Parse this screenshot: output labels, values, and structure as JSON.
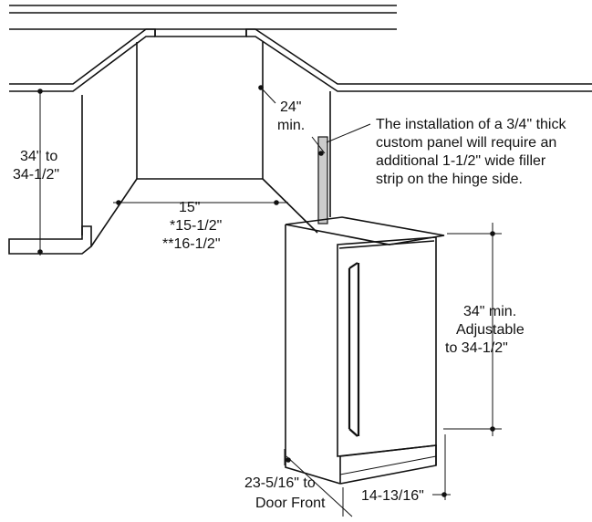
{
  "labels": {
    "counter_height_l1": "34\" to",
    "counter_height_l2": "34-1/2\"",
    "depth_l1": "24\"",
    "depth_l2": "min.",
    "note_l1": "The installation of a 3/4\" thick",
    "note_l2": "custom panel will require an",
    "note_l3": "additional 1-1/2\" wide filler",
    "note_l4": "strip on the hinge side.",
    "width_l1": "15\"",
    "width_l2": "*15-1/2\"",
    "width_l3": "**16-1/2\"",
    "unit_height_l1": "34\" min.",
    "unit_height_l2": "Adjustable",
    "unit_height_l3": "to 34-1/2\"",
    "door_depth_l1": "23-5/16\" to",
    "door_depth_l2": "Door Front",
    "unit_width": "14-13/16\""
  },
  "colors": {
    "line": "#111111",
    "filler_strip": "#cccccc",
    "background": "#ffffff"
  }
}
